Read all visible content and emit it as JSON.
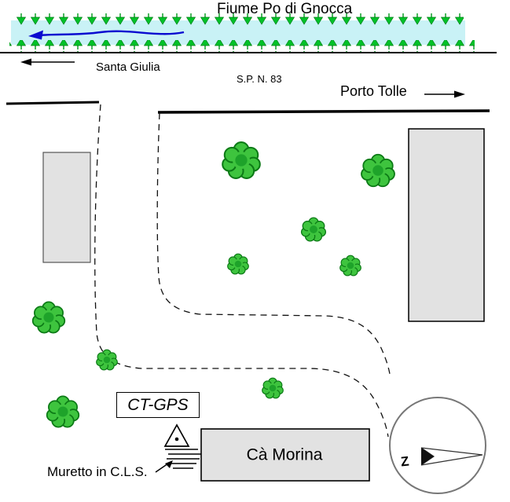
{
  "map": {
    "river_name": "Fiume Po di Gnocca",
    "left_destination": "Santa Giulia",
    "road_name": "S.P. N. 83",
    "right_destination": "Porto Tolle",
    "station_label": "CT-GPS",
    "building_name": "Cà Morina",
    "wall_label": "Muretto in C.L.S.",
    "compass_letter": "Z"
  },
  "colors": {
    "river": "#c9f2f6",
    "vegetation": "#00c228",
    "bush_fill": "#3ec43e",
    "flow_arrow": "#0a0ad0",
    "building_fill": "#e2e2e2",
    "ink": "#000000"
  }
}
